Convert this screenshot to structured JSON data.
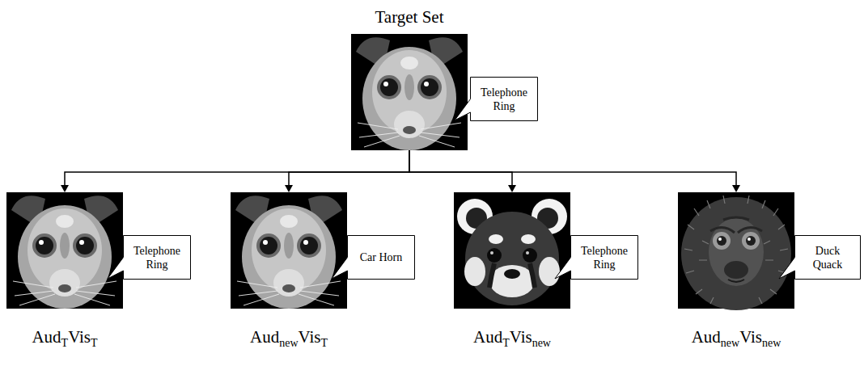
{
  "diagram": {
    "nodes": [
      {
        "text": [
          "Target Set"
        ]
      },
      {
        "text": [
          "Telephone Ring"
        ]
      },
      {
        "text": [
          "Aud",
          "T",
          "Vis",
          "T"
        ]
      },
      {
        "text": [
          "Telephone Ring"
        ]
      },
      {
        "text": [
          "Aud",
          "new",
          "Vis",
          "T"
        ]
      },
      {
        "text": [
          "Car Horn"
        ]
      },
      {
        "text": [
          "Aud",
          "T",
          "Vis",
          "new"
        ]
      },
      {
        "text": [
          "Telephone Ring"
        ]
      },
      {
        "text": [
          "Aud",
          "new",
          "Vis",
          "new"
        ]
      },
      {
        "text": [
          "Duck Quack"
        ]
      }
    ],
    "edges": [
      {
        "from": 0,
        "to": 2,
        "arrow": "to"
      },
      {
        "from": 0,
        "to": 4,
        "arrow": "to"
      },
      {
        "from": 0,
        "to": 6,
        "arrow": "to"
      },
      {
        "from": 0,
        "to": 8,
        "arrow": "to"
      }
    ]
  }
}
